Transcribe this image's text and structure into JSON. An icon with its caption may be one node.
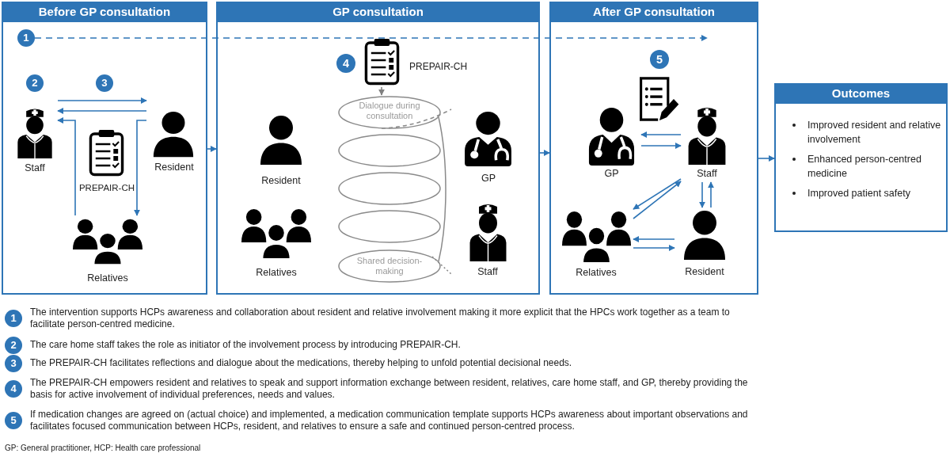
{
  "diagram": {
    "nodes": [
      {
        "text": [
          "Before GP consultation"
        ]
      },
      {
        "text": [
          "GP consultation"
        ]
      },
      {
        "text": [
          "After GP consultation"
        ]
      },
      {
        "text": [
          "Outcomes",
          "Improved resident and relative involvement",
          "Enhanced person-centred medicine",
          "Improved patient safety"
        ]
      },
      {
        "text": [
          "1"
        ],
        "in": 0
      },
      {
        "text": [
          "2"
        ],
        "in": 0
      },
      {
        "text": [
          "3"
        ],
        "in": 0
      },
      {
        "text": [
          "Staff"
        ],
        "in": 0
      },
      {
        "text": [
          "Resident"
        ],
        "in": 0
      },
      {
        "text": [
          "PREPAIR-CH"
        ],
        "in": 0
      },
      {
        "text": [
          "Relatives"
        ],
        "in": 0
      },
      {
        "text": [
          "4"
        ],
        "in": 1
      },
      {
        "text": [
          "PREPAIR-CH"
        ],
        "in": 1
      },
      {
        "text": [
          "Dialogue during consultation",
          "Shared decision-making"
        ],
        "in": 1
      },
      {
        "text": [
          "Resident"
        ],
        "in": 1
      },
      {
        "text": [
          "GP"
        ],
        "in": 1
      },
      {
        "text": [
          "Relatives"
        ],
        "in": 1
      },
      {
        "text": [
          "Staff"
        ],
        "in": 1
      },
      {
        "text": [
          "5"
        ],
        "in": 2
      },
      {
        "text": [
          "GP"
        ],
        "in": 2
      },
      {
        "text": [
          "Staff"
        ],
        "in": 2
      },
      {
        "text": [
          "Relatives"
        ],
        "in": 2
      },
      {
        "text": [
          "Resident"
        ],
        "in": 2
      },
      {
        "text": [
          "1"
        ],
        "beside": [
          "The intervention supports HCPs awareness and collaboration about resident and relative involvement making it more explicit that the HPCs work together as a team to facilitate person-centred medicine."
        ]
      },
      {
        "text": [
          "2"
        ],
        "beside": [
          "The care home staff takes the role as initiator of the involvement process by introducing PREPAIR-CH."
        ]
      },
      {
        "text": [
          "3"
        ],
        "beside": [
          "The PREPAIR-CH facilitates reflections and dialogue about the medications, thereby helping to unfold potential decisional needs."
        ]
      },
      {
        "text": [
          "4"
        ],
        "beside": [
          "The PREPAIR-CH empowers resident and relatives to speak and support information exchange between resident, relatives, care home staff, and GP, thereby providing the basis for active involvement of individual preferences, needs and values."
        ]
      },
      {
        "text": [
          "5"
        ],
        "beside": [
          "If medication changes are agreed on (actual choice) and implemented, a medication communication template supports HCPs awareness about important observations and facilitates focused communication between HCPs, resident, and relatives to ensure a safe and continued person-centred process."
        ]
      }
    ],
    "edges": [
      {
        "from": 4,
        "to": null,
        "arrow": "to",
        "style": "dashed"
      },
      {
        "from": 7,
        "to": 8,
        "arrow": "to"
      },
      {
        "from": 8,
        "to": 7,
        "arrow": "to"
      },
      {
        "from": 8,
        "to": 10,
        "arrow": "to"
      },
      {
        "from": 10,
        "to": 7,
        "arrow": "to"
      },
      {
        "from": 0,
        "to": 1,
        "arrow": "to"
      },
      {
        "from": 12,
        "to": 13,
        "arrow": "to",
        "color": "#808080"
      },
      {
        "from": 1,
        "to": 2,
        "arrow": "to"
      },
      {
        "from": 20,
        "to": 19,
        "arrow": "to"
      },
      {
        "from": 19,
        "to": 20,
        "arrow": "to"
      },
      {
        "from": 20,
        "to": 22,
        "arrow": "to"
      },
      {
        "from": 22,
        "to": 20,
        "arrow": "to"
      },
      {
        "from": 20,
        "to": 21,
        "arrow": "to"
      },
      {
        "from": 21,
        "to": 20,
        "arrow": "to"
      },
      {
        "from": 22,
        "to": 21,
        "arrow": "to"
      },
      {
        "from": 21,
        "to": 22,
        "arrow": "to"
      },
      {
        "from": 2,
        "to": 3,
        "arrow": "to"
      }
    ],
    "labels": [
      "GP: General practitioner, HCP: Health care professional"
    ]
  }
}
